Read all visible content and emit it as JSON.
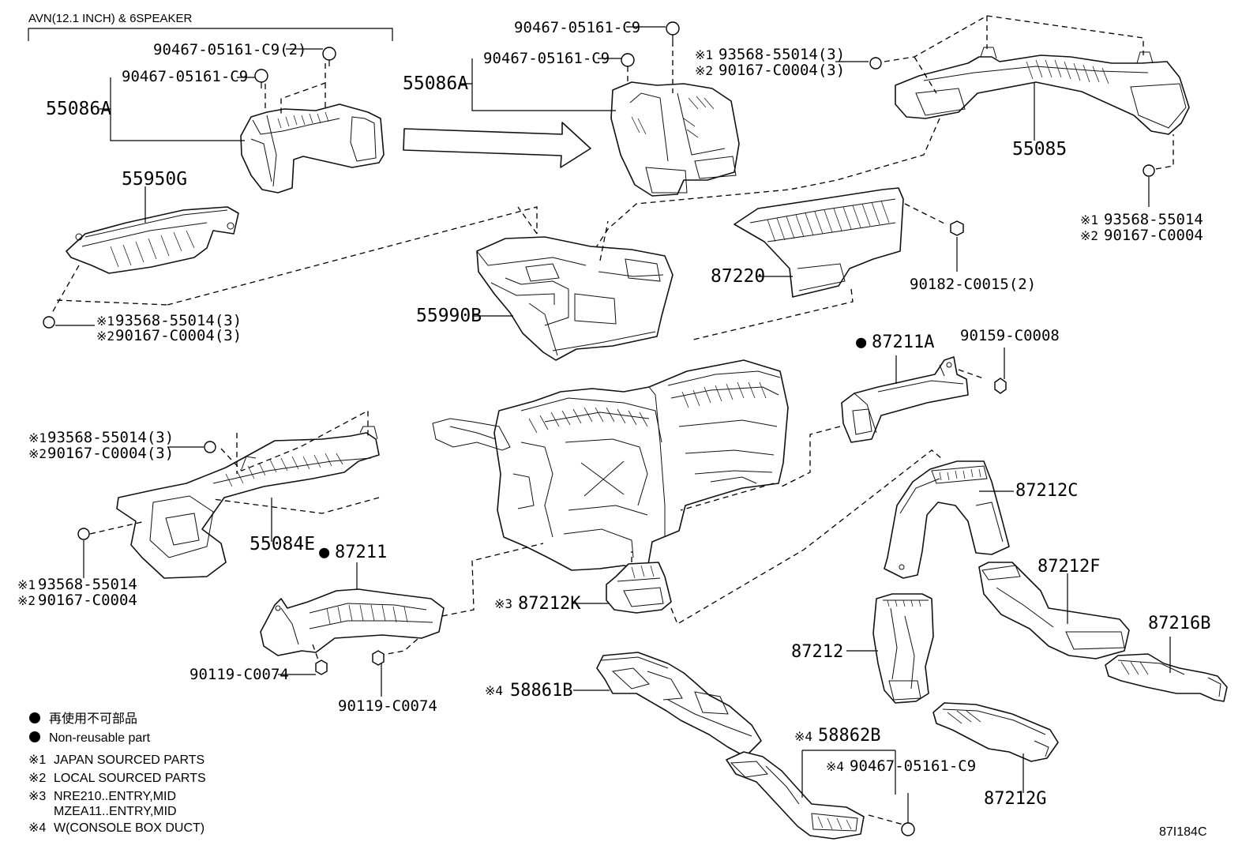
{
  "header": {
    "variant_label": "AVN(12.1 INCH) & 6SPEAKER"
  },
  "labels": {
    "p_55086A_left": "55086A",
    "p_55086A_right": "55086A",
    "p_55085": "55085",
    "p_55950G": "55950G",
    "p_87220": "87220",
    "p_55990B": "55990B",
    "p_87211A": "87211A",
    "p_87211": "87211",
    "p_55084E": "55084E",
    "p_87212C": "87212C",
    "p_87212F": "87212F",
    "p_87216B": "87216B",
    "p_87212": "87212",
    "p_87212K": "87212K",
    "p_58861B": "58861B",
    "p_58862B": "58862B",
    "p_87212G": "87212G",
    "f_90467_left_2": "90467-05161-C9(2)",
    "f_90467_left": "90467-05161-C9",
    "f_90467_mid_top": "90467-05161-C9",
    "f_90467_mid": "90467-05161-C9",
    "f_55085_a1": "93568-55014(3)",
    "f_55085_a2": "90167-C0004(3)",
    "f_55085_b1": "93568-55014",
    "f_55085_b2": "90167-C0004",
    "f_55950_1": "93568-55014(3)",
    "f_55950_2": "90167-C0004(3)",
    "f_90182": "90182-C0015(2)",
    "f_90159": "90159-C0008",
    "f_55084_a1": "93568-55014(3)",
    "f_55084_a2": "90167-C0004(3)",
    "f_55084_b1": "93568-55014",
    "f_55084_b2": "90167-C0004",
    "f_90119_a": "90119-C0074",
    "f_90119_b": "90119-C0074",
    "f_90467_bottom": "90467-05161-C9"
  },
  "marks": {
    "m1": "※1",
    "m2": "※2",
    "m3": "※3",
    "m4": "※4",
    "dot": "●"
  },
  "legend": {
    "line1_jp": "再使用不可部品",
    "line2_en": "Non-reusable part",
    "note1": "JAPAN SOURCED PARTS",
    "note2": "LOCAL SOURCED PARTS",
    "note3a": "NRE210..ENTRY,MID",
    "note3b": "MZEA11..ENTRY,MID",
    "note4": "W(CONSOLE BOX DUCT)"
  },
  "figure_code": "87I184C"
}
